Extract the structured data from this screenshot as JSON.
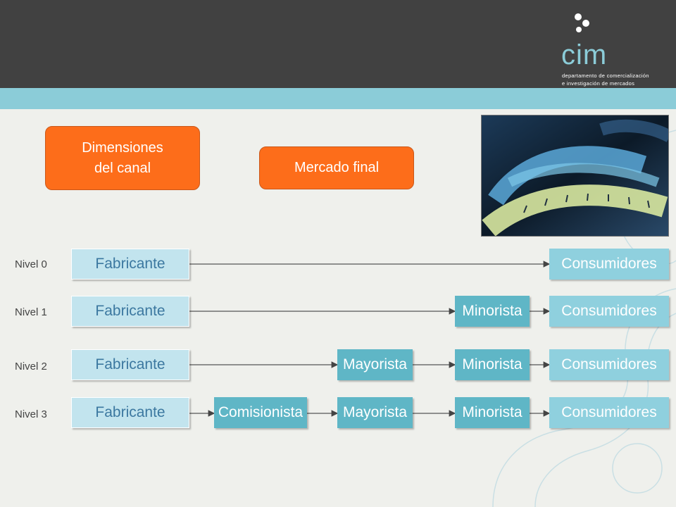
{
  "logo": {
    "word": "cim",
    "line1": "departamento de comercialización",
    "line2": "e investigación de mercados"
  },
  "header_buttons": {
    "dimensiones": "Dimensiones\ndel canal",
    "mercado": "Mercado final"
  },
  "photo": {
    "icon": "measuring-tape-photo"
  },
  "colors": {
    "header": "#414141",
    "band": "#8bccd8",
    "orange": "#fd6d1a",
    "fabricante": "#c2e4ee",
    "consumidores": "#8fd0de",
    "intermediario": "#5fb6c6"
  },
  "levels": [
    {
      "label": "Nivel 0",
      "nodes": [
        "Fabricante",
        "Consumidores"
      ]
    },
    {
      "label": "Nivel 1",
      "nodes": [
        "Fabricante",
        "Minorista",
        "Consumidores"
      ]
    },
    {
      "label": "Nivel 2",
      "nodes": [
        "Fabricante",
        "Mayorista",
        "Minorista",
        "Consumidores"
      ]
    },
    {
      "label": "Nivel 3",
      "nodes": [
        "Fabricante",
        "Comisionista",
        "Mayorista",
        "Minorista",
        "Consumidores"
      ]
    }
  ]
}
